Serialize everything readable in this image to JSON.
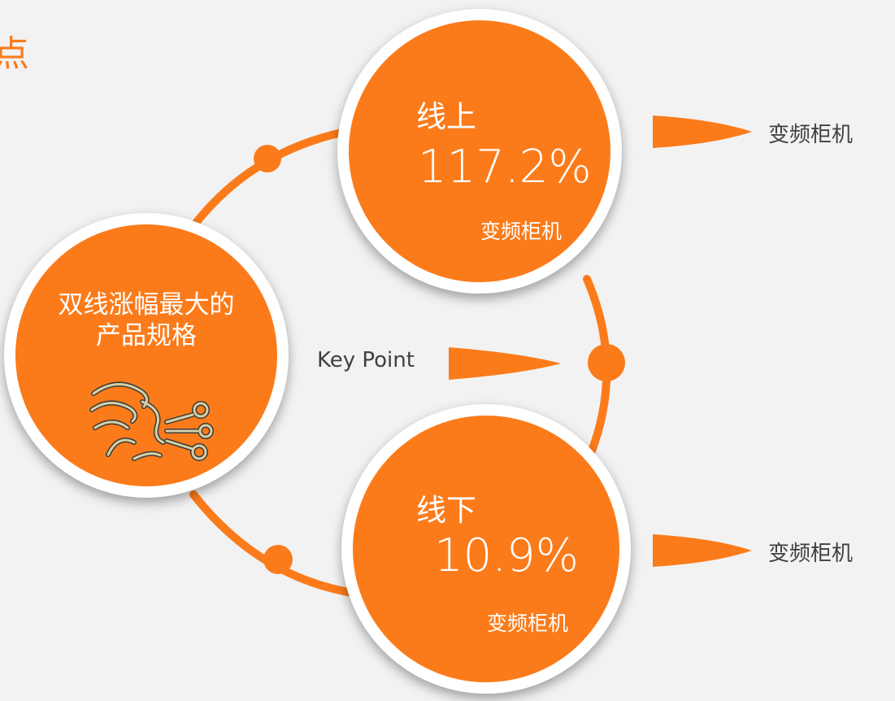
{
  "corner_text": "点",
  "center_node": {
    "title_line1": "双线涨幅最大的",
    "title_line2": "产品规格",
    "icon": "wind-god-icon",
    "key_point_label": "Key Point"
  },
  "online": {
    "label": "线上",
    "value": "117.2%",
    "product": "变频柜机",
    "side_label": "变频柜机"
  },
  "offline": {
    "label": "线下",
    "value": "10.9%",
    "product": "变频柜机",
    "side_label": "变频柜机"
  },
  "colors": {
    "accent": "#fb7b1a",
    "background": "#f2f2f2",
    "ring": "#ffffff",
    "text_dark": "#404040"
  }
}
